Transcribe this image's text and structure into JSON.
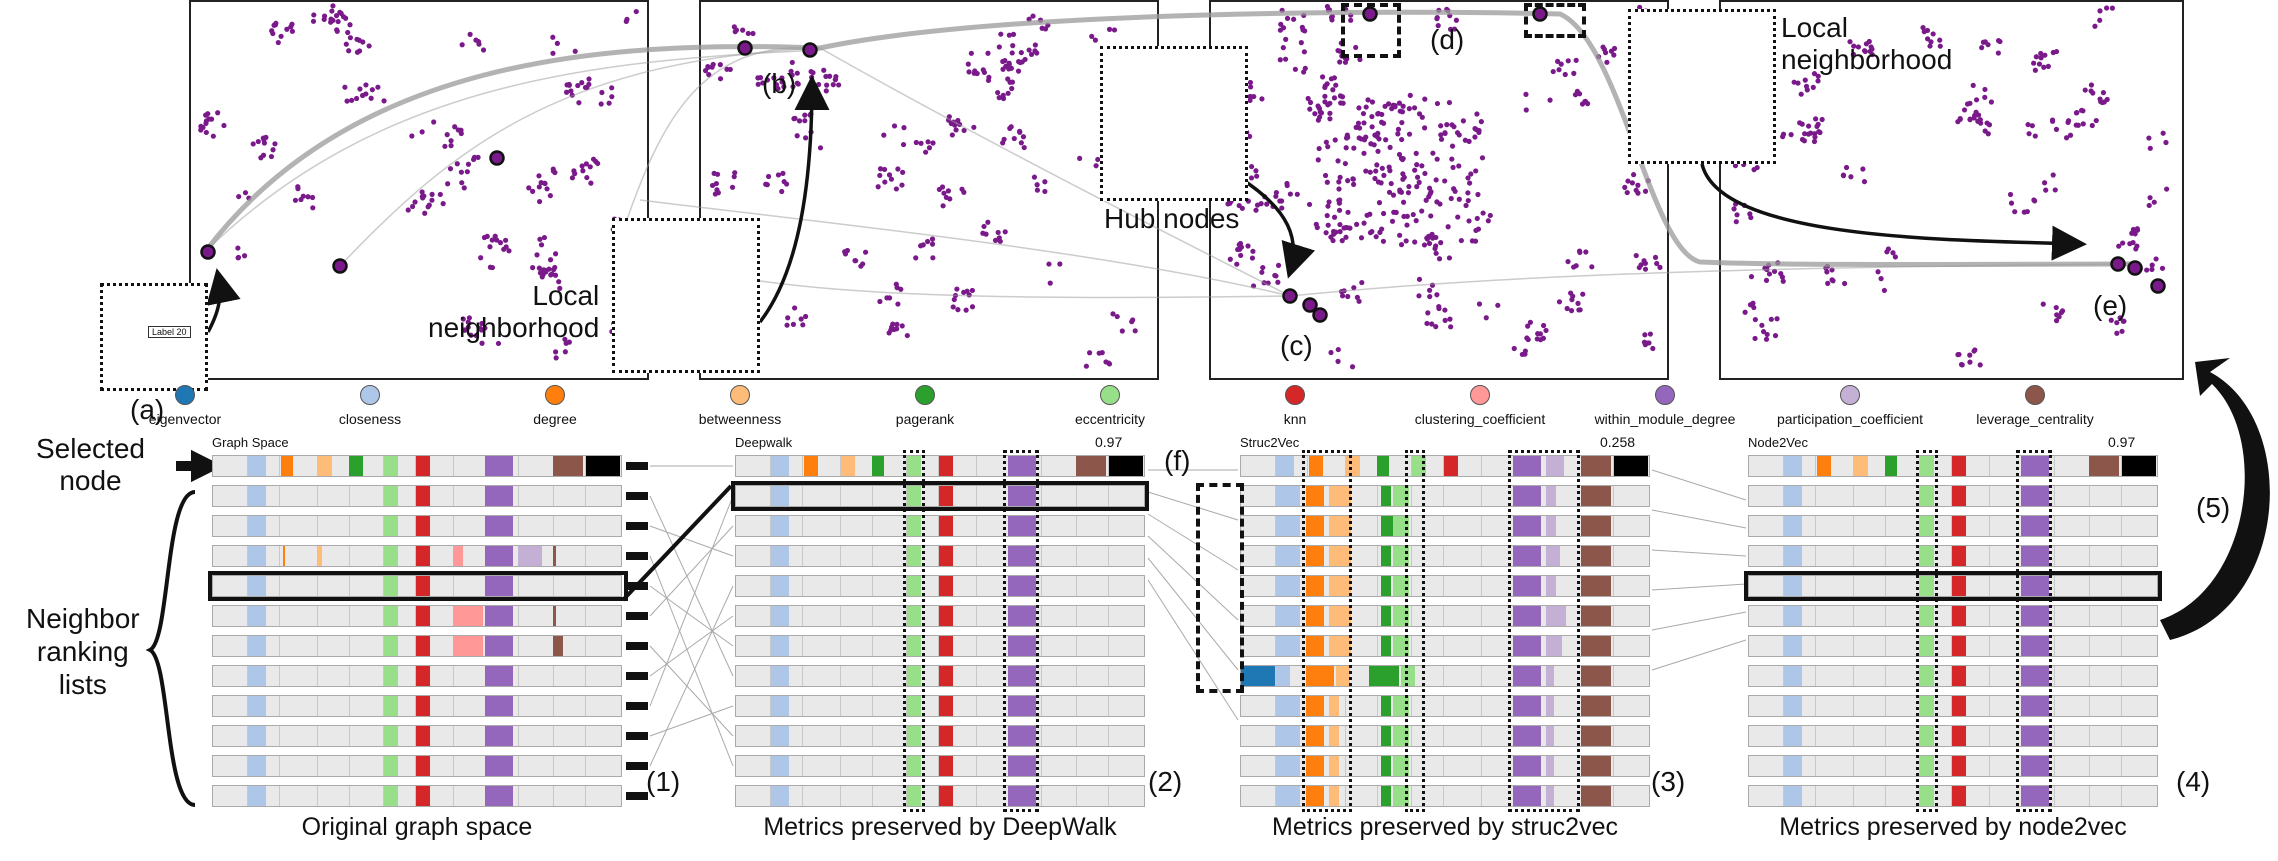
{
  "labels": {
    "a": "(a)",
    "b": "(b)",
    "c": "(c)",
    "d": "(d)",
    "e": "(e)",
    "f": "(f)",
    "n1": "(1)",
    "n2": "(2)",
    "n3": "(3)",
    "n4": "(4)",
    "n5": "(5)"
  },
  "annotations": {
    "local_neighborhood_1": "Local\nneighborhood",
    "local_neighborhood_2": "Local\nneighborhood",
    "hub_nodes": "Hub nodes",
    "label20": "Label 20",
    "selected_node": "Selected\nnode",
    "neighbor_ranking": "Neighbor\nranking\nlists"
  },
  "legend": [
    {
      "name": "eigenvector",
      "color": "#1f77b4"
    },
    {
      "name": "closeness",
      "color": "#aec7e8"
    },
    {
      "name": "degree",
      "color": "#ff7f0e"
    },
    {
      "name": "betweenness",
      "color": "#ffbb78"
    },
    {
      "name": "pagerank",
      "color": "#2ca02c"
    },
    {
      "name": "eccentricity",
      "color": "#98df8a"
    },
    {
      "name": "knn",
      "color": "#d62728"
    },
    {
      "name": "clustering_coefficient",
      "color": "#ff9896"
    },
    {
      "name": "within_module_degree",
      "color": "#9467bd"
    },
    {
      "name": "participation_coefficient",
      "color": "#c5b0d5"
    },
    {
      "name": "leverage_centrality",
      "color": "#8c564b"
    }
  ],
  "lists": [
    {
      "key": "graph",
      "title": "Graph Space",
      "score": "",
      "caption": "Original graph space"
    },
    {
      "key": "deepwalk",
      "title": "Deepwalk",
      "score": "0.97",
      "caption": "Metrics preserved by DeepWalk"
    },
    {
      "key": "struc2vec",
      "title": "Struc2Vec",
      "score": "0.258",
      "caption": "Metrics preserved by struc2vec"
    },
    {
      "key": "node2vec",
      "title": "Node2Vec",
      "score": "0.97",
      "caption": "Metrics preserved by node2vec"
    }
  ],
  "colors": {
    "node": "#7a1a8a",
    "accent_red": "#e8685a",
    "flow": "#9a9a9a",
    "row_bg": "#e9e9e9"
  }
}
